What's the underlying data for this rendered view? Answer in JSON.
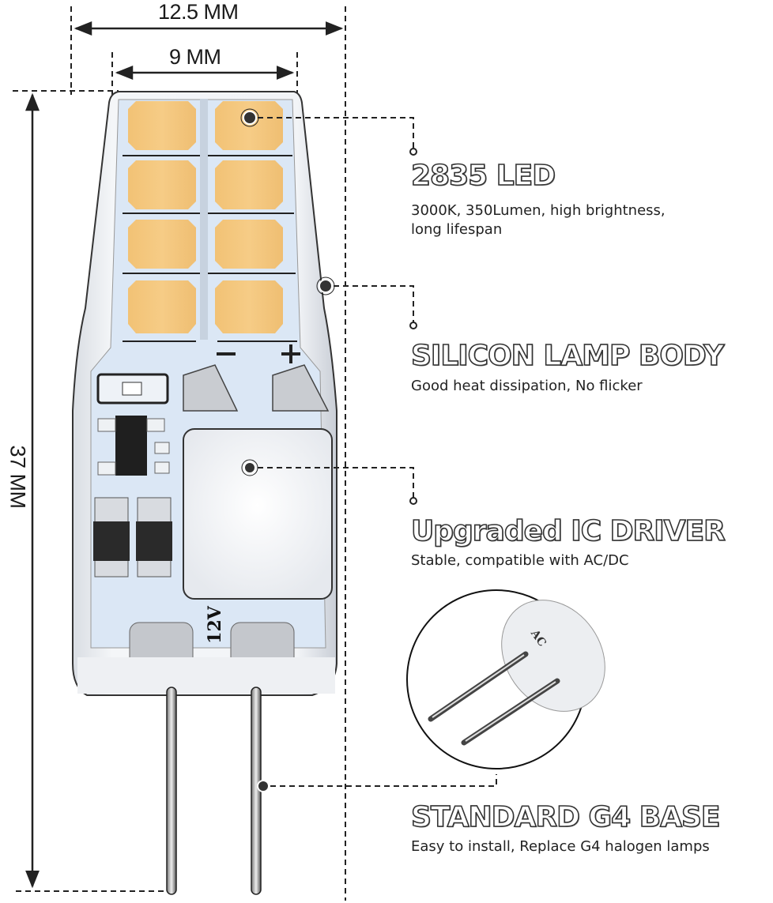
{
  "dimensions": {
    "width_outer": "12.5 MM",
    "width_inner": "9 MM",
    "height": "37 MM"
  },
  "product": {
    "voltage_marking": "12V",
    "polarity_minus": "−",
    "polarity_plus": "+",
    "base_inset_marking": "AC",
    "led_color": "#f4c679",
    "pcb_color": "#dce8f6"
  },
  "features": [
    {
      "title": "2835 LED",
      "description_line1": "3000K, 350Lumen, high brightness,",
      "description_line2": "long lifespan"
    },
    {
      "title": "SILICON LAMP BODY",
      "description_line1": "Good heat dissipation, No flicker"
    },
    {
      "title": "Upgraded IC DRIVER",
      "description_line1": "Stable, compatible with AC/DC"
    },
    {
      "title": "STANDARD G4 BASE",
      "description_line1": "Easy to install, Replace G4 halogen lamps"
    }
  ]
}
